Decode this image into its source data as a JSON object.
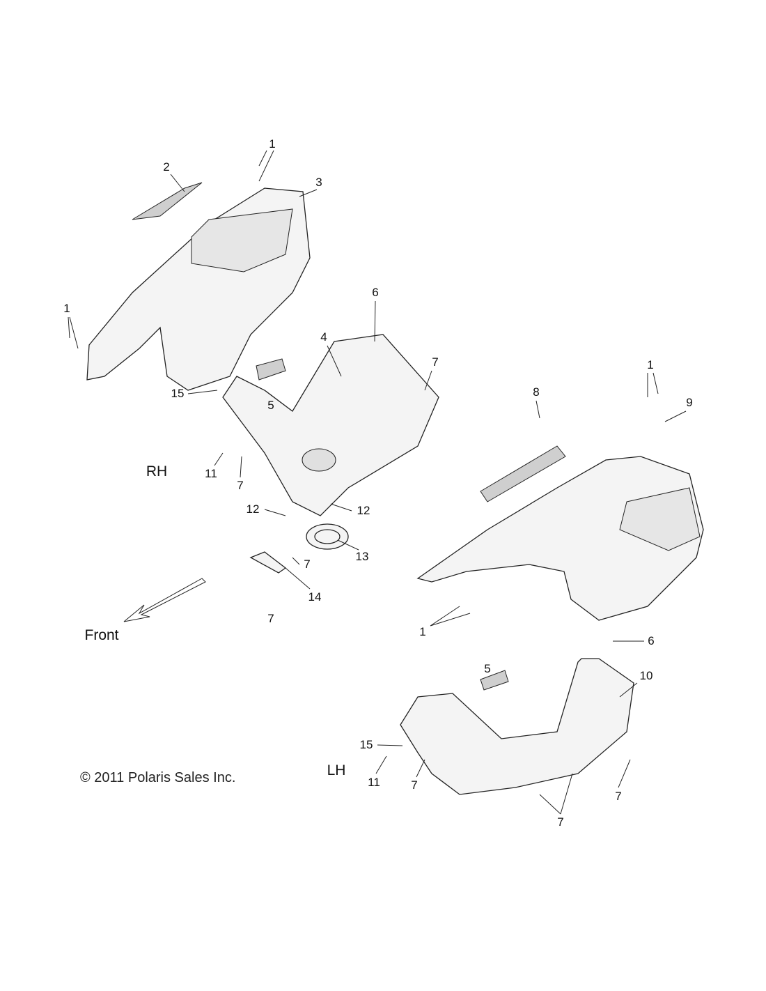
{
  "title": "Body Panels Exploded Parts Diagram",
  "callouts": [
    {
      "id": "c1a",
      "text": "1"
    },
    {
      "id": "c2",
      "text": "2"
    },
    {
      "id": "c3",
      "text": "3"
    },
    {
      "id": "c1b",
      "text": "1"
    },
    {
      "id": "c6a",
      "text": "6"
    },
    {
      "id": "c4",
      "text": "4"
    },
    {
      "id": "c7a",
      "text": "7"
    },
    {
      "id": "c5a",
      "text": "5"
    },
    {
      "id": "c15a",
      "text": "15"
    },
    {
      "id": "c8",
      "text": "8"
    },
    {
      "id": "c1c",
      "text": "1"
    },
    {
      "id": "c9",
      "text": "9"
    },
    {
      "id": "c11a",
      "text": "11"
    },
    {
      "id": "c7b",
      "text": "7"
    },
    {
      "id": "c12a",
      "text": "12"
    },
    {
      "id": "c12b",
      "text": "12"
    },
    {
      "id": "c13",
      "text": "13"
    },
    {
      "id": "c7c",
      "text": "7"
    },
    {
      "id": "c14",
      "text": "14"
    },
    {
      "id": "c7d",
      "text": "7"
    },
    {
      "id": "c1d",
      "text": "1"
    },
    {
      "id": "c6b",
      "text": "6"
    },
    {
      "id": "c5b",
      "text": "5"
    },
    {
      "id": "c10",
      "text": "10"
    },
    {
      "id": "c15b",
      "text": "15"
    },
    {
      "id": "c11b",
      "text": "11"
    },
    {
      "id": "c7e",
      "text": "7"
    },
    {
      "id": "c7f",
      "text": "7"
    },
    {
      "id": "c7g",
      "text": "7"
    }
  ],
  "side_labels": {
    "rh": "RH",
    "lh": "LH",
    "front": "Front"
  },
  "copyright": "© 2011 Polaris Sales Inc."
}
